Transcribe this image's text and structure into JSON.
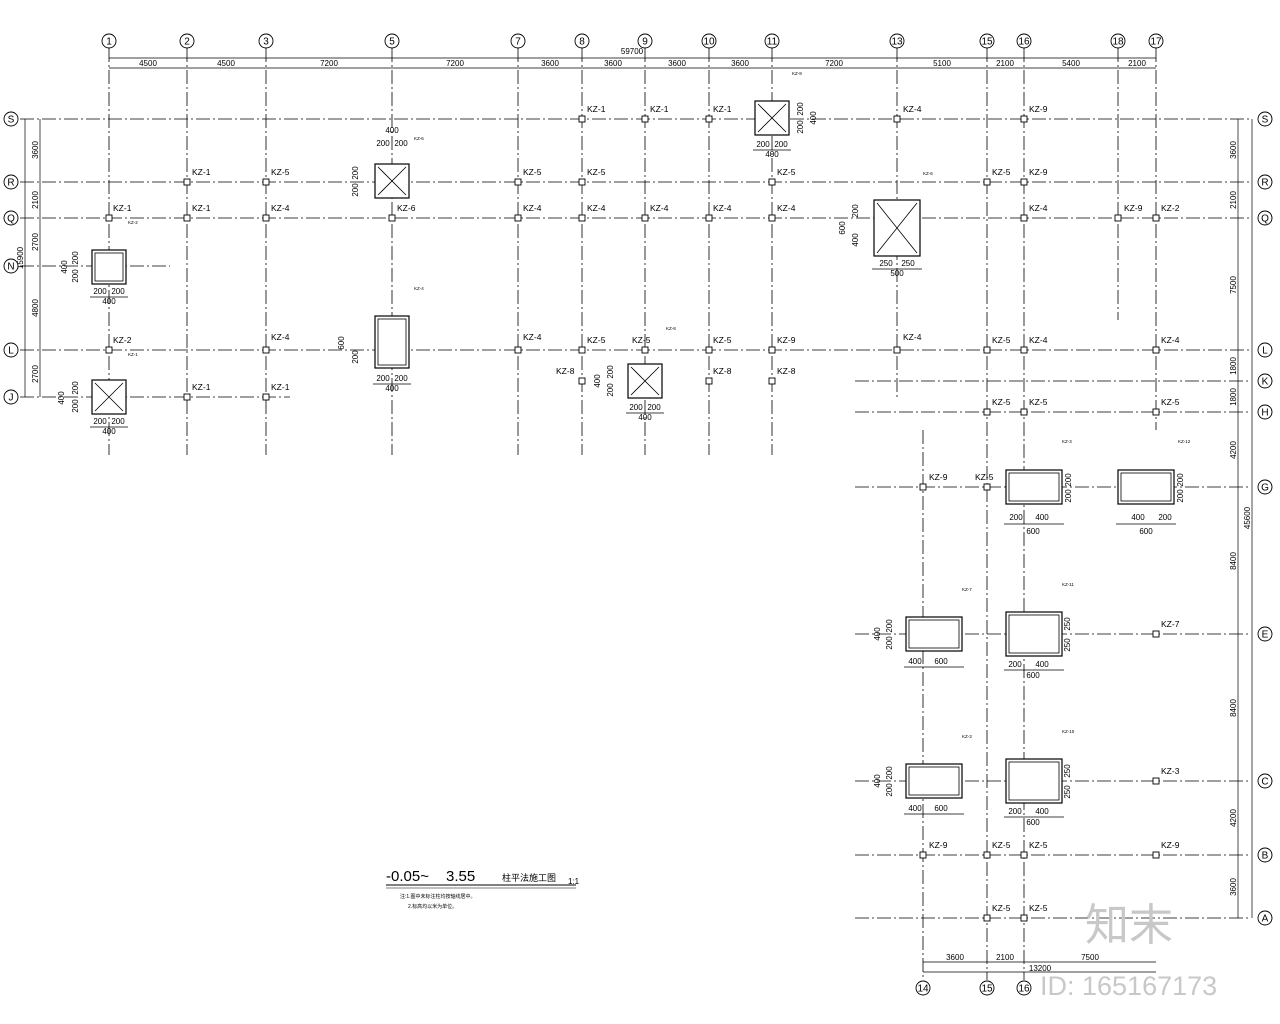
{
  "top_axes": [
    {
      "label": "1"
    },
    {
      "label": "2"
    },
    {
      "label": "3"
    },
    {
      "label": "5"
    },
    {
      "label": "7"
    },
    {
      "label": "8"
    },
    {
      "label": "9"
    },
    {
      "label": "10"
    },
    {
      "label": "11"
    },
    {
      "label": "13"
    },
    {
      "label": "15"
    },
    {
      "label": "16"
    },
    {
      "label": "18"
    },
    {
      "label": "17"
    }
  ],
  "bottom_axes": [
    {
      "label": "14"
    },
    {
      "label": "15"
    },
    {
      "label": "16"
    }
  ],
  "row_axes": [
    {
      "label": "S"
    },
    {
      "label": "R"
    },
    {
      "label": "Q"
    },
    {
      "label": "N"
    },
    {
      "label": "L"
    },
    {
      "label": "J"
    },
    {
      "label": "K"
    },
    {
      "label": "H"
    },
    {
      "label": "G"
    },
    {
      "label": "E"
    },
    {
      "label": "C"
    },
    {
      "label": "B"
    },
    {
      "label": "A"
    }
  ],
  "top_total_dim": "59700",
  "top_dims": [
    "4500",
    "4500",
    "7200",
    "7200",
    "3600",
    "3600",
    "3600",
    "3600",
    "7200",
    "5100",
    "2100",
    "5400",
    "2100"
  ],
  "left_total_dim": "15900",
  "left_dims": [
    "3600",
    "2100",
    "2700",
    "4800",
    "2700"
  ],
  "right_total_dim": "45600",
  "right_dims": [
    "3600",
    "2100",
    "7500",
    "1800",
    "1800",
    "4200",
    "8400",
    "8400",
    "4200",
    "3600"
  ],
  "bottom_total_dim": "13200",
  "bottom_dims": [
    "3600",
    "2100",
    "7500"
  ],
  "column_labels": [
    {
      "text": "KZ-1"
    },
    {
      "text": "KZ-1"
    },
    {
      "text": "KZ-1"
    },
    {
      "text": "KZ-4"
    },
    {
      "text": "KZ-9"
    },
    {
      "text": "KZ-1"
    },
    {
      "text": "KZ-5"
    },
    {
      "text": "KZ-5"
    },
    {
      "text": "KZ-5"
    },
    {
      "text": "KZ-5"
    },
    {
      "text": "KZ-5"
    },
    {
      "text": "KZ-9"
    },
    {
      "text": "KZ-1"
    },
    {
      "text": "KZ-1"
    },
    {
      "text": "KZ-4"
    },
    {
      "text": "KZ-6"
    },
    {
      "text": "KZ-4"
    },
    {
      "text": "KZ-4"
    },
    {
      "text": "KZ-4"
    },
    {
      "text": "KZ-4"
    },
    {
      "text": "KZ-4"
    },
    {
      "text": "KZ-4"
    },
    {
      "text": "KZ-9"
    },
    {
      "text": "KZ-2"
    },
    {
      "text": "KZ-2"
    },
    {
      "text": "KZ-4"
    },
    {
      "text": "KZ-4"
    },
    {
      "text": "KZ-5"
    },
    {
      "text": "KZ-5"
    },
    {
      "text": "KZ-5"
    },
    {
      "text": "KZ-9"
    },
    {
      "text": "KZ-4"
    },
    {
      "text": "KZ-5"
    },
    {
      "text": "KZ-4"
    },
    {
      "text": "KZ-4"
    },
    {
      "text": "KZ-1"
    },
    {
      "text": "KZ-1"
    },
    {
      "text": "KZ-8"
    },
    {
      "text": "KZ-8"
    },
    {
      "text": "KZ-8"
    },
    {
      "text": "KZ-5"
    },
    {
      "text": "KZ-5"
    },
    {
      "text": "KZ-5"
    },
    {
      "text": "KZ-9"
    },
    {
      "text": "KZ-5"
    },
    {
      "text": "KZ-7"
    },
    {
      "text": "KZ-3"
    },
    {
      "text": "KZ-9"
    },
    {
      "text": "KZ-5"
    },
    {
      "text": "KZ-5"
    },
    {
      "text": "KZ-9"
    },
    {
      "text": "KZ-5"
    },
    {
      "text": "KZ-5"
    }
  ],
  "details": [
    {
      "tag": "KZ-2",
      "dims": [
        "400",
        "200",
        "200",
        "200",
        "200",
        "400"
      ]
    },
    {
      "tag": "KZ-1",
      "dims": [
        "400",
        "200",
        "200",
        "200",
        "200",
        "400"
      ]
    },
    {
      "tag": "KZ-6",
      "dims": [
        "400",
        "200",
        "200",
        "200",
        "200"
      ]
    },
    {
      "tag": "KZ-4",
      "dims": [
        "600",
        "200",
        "200",
        "200",
        "400"
      ]
    },
    {
      "tag": "KZ-9",
      "dims": [
        "400",
        "200",
        "200",
        "200",
        "200",
        "400"
      ]
    },
    {
      "tag": "KZ-6",
      "dims": [
        "600",
        "200",
        "400",
        "250",
        "250",
        "500"
      ]
    },
    {
      "tag": "KZ-8",
      "dims": [
        "400",
        "200",
        "200",
        "200",
        "200",
        "400"
      ]
    },
    {
      "tag": "KZ-3",
      "dims": [
        "200",
        "200",
        "200",
        "400",
        "600"
      ]
    },
    {
      "tag": "KZ-12",
      "dims": [
        "200",
        "200",
        "400",
        "200",
        "600"
      ]
    },
    {
      "tag": "KZ-7",
      "dims": [
        "400",
        "200",
        "200",
        "400",
        "600"
      ]
    },
    {
      "tag": "KZ-11",
      "dims": [
        "250",
        "250",
        "200",
        "400",
        "600"
      ]
    },
    {
      "tag": "KZ-3",
      "dims": [
        "400",
        "200",
        "200",
        "400",
        "600"
      ]
    },
    {
      "tag": "KZ-10",
      "dims": [
        "250",
        "250",
        "200",
        "400",
        "600"
      ]
    }
  ],
  "title": {
    "prefix": "-0.05~",
    "level": "3.55",
    "text": "柱平法施工图",
    "scale": "1:1"
  },
  "notes": [
    "注:1.图中未标注柱均按轴线居中。",
    "2.标高均以米为单位。"
  ],
  "watermark": {
    "brand": "知末",
    "id": "ID: 165167173"
  }
}
